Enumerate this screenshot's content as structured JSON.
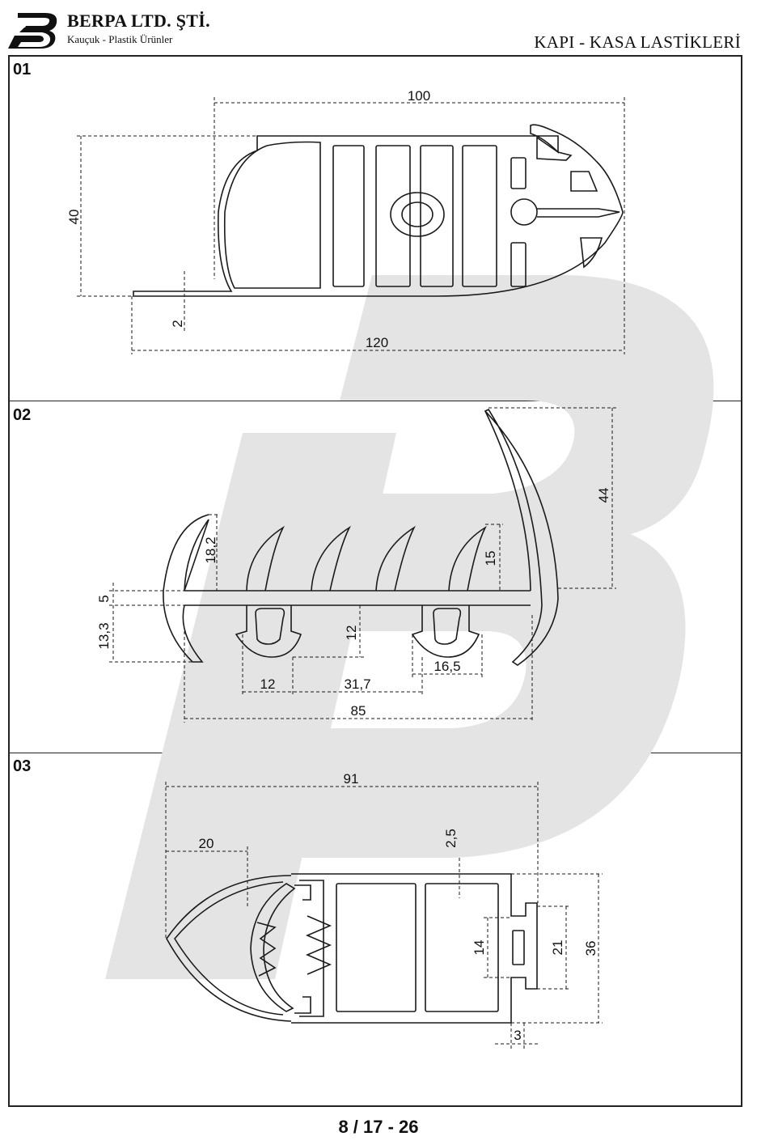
{
  "header": {
    "company_name": "BERPA LTD. ŞTİ.",
    "tagline": "Kauçuk - Plastik Ürünler",
    "catalog_title": "KAPI - KASA LASTİKLERİ"
  },
  "sections": [
    {
      "number": "01",
      "dimensions": {
        "width_top": "100",
        "height": "40",
        "lip": "2",
        "width_total": "120"
      }
    },
    {
      "number": "02",
      "dimensions": {
        "fin_height": "18,2",
        "base_top": "5",
        "base_bottom": "13,3",
        "fin_height_2": "15",
        "tall_fin": "44",
        "foot_depth": "12",
        "foot_width": "12",
        "foot_spacing": "31,7",
        "foot_width_2": "16,5",
        "total_width": "85"
      }
    },
    {
      "number": "03",
      "dimensions": {
        "total_width": "91",
        "bulb_width": "20",
        "wall": "2,5",
        "slot": "14",
        "tab": "21",
        "height": "36",
        "tab_depth": "3"
      }
    }
  ],
  "footer": {
    "page_number": "8 / 17 - 26"
  },
  "colors": {
    "line": "#1a1a1a",
    "watermark": "#e3e3e3"
  }
}
